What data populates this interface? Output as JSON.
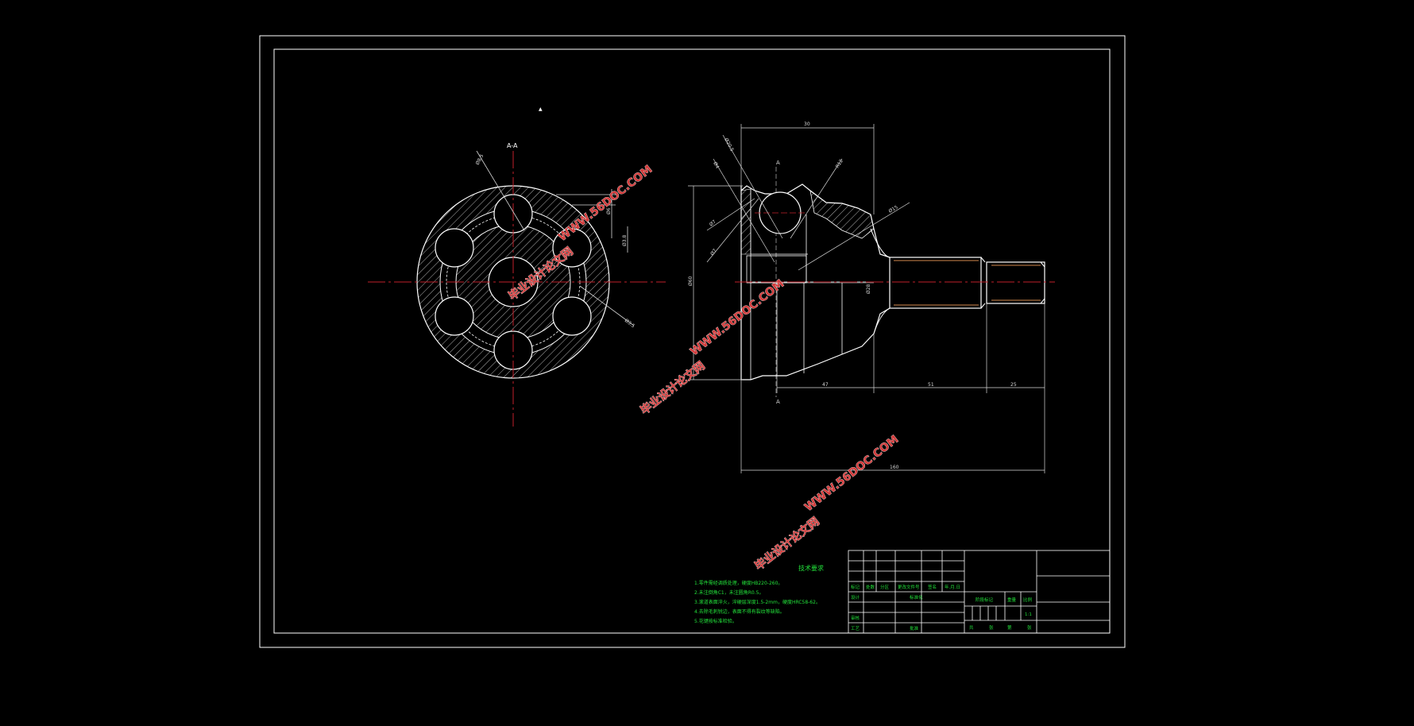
{
  "colors": {
    "background": "#000000",
    "line": "#ffffff",
    "centerline": "#c0202a",
    "dimension": "#d8d8d8",
    "note_text": "#22e03a",
    "orange_edge": "#d2874c",
    "watermark": "#d43b3b"
  },
  "section_label": "A-A",
  "section_marker_top": "A",
  "section_marker_bottom": "A",
  "dimensions": {
    "d1": "Ø8.5",
    "d2": "Ø3.5",
    "d3": "Ø6",
    "d4": "Ø3.8",
    "d5": "Ø7",
    "d6": "30",
    "d7": "Ø20.5",
    "d8": "Ø4",
    "d9": "R12",
    "d10": "Ø15",
    "d11": "Ø60",
    "d12": "Ø28",
    "d13": "47",
    "d14": "51",
    "d15": "25",
    "d16": "160"
  },
  "notes": {
    "title": "技术要求",
    "lines": [
      "1.零件需经调质处理，硬度HB220-260。",
      "2.未注倒角C1，未注圆角R0.5。",
      "3.滚道表面淬火，淬硬层深度1.5-2mm，硬度HRC58-62。",
      "4.去除毛刺锐边，表面不得有裂纹等缺陷。",
      "5.花键按标准检验。"
    ]
  },
  "title_block": {
    "row_a": [
      "标记",
      "处数",
      "分区",
      "更改文件号",
      "签名",
      "年.月.日"
    ],
    "design": "设计",
    "standard": "标准化",
    "review": "审核",
    "process": "工艺",
    "approve": "批准",
    "stage": "阶段标记",
    "weight": "重量",
    "scale": "比例",
    "scale_value": "1:1",
    "sheets_total": "共",
    "sheet_unit": "张",
    "sheet_no": "第"
  },
  "watermarks": [
    {
      "site": "WWW.56DOC.COM",
      "name": "毕业设计论文网"
    },
    {
      "site": "WWW.56DOC.COM",
      "name": "毕业设计论文网"
    },
    {
      "site": "WWW.56DOC.COM",
      "name": "毕业设计论文网"
    }
  ]
}
